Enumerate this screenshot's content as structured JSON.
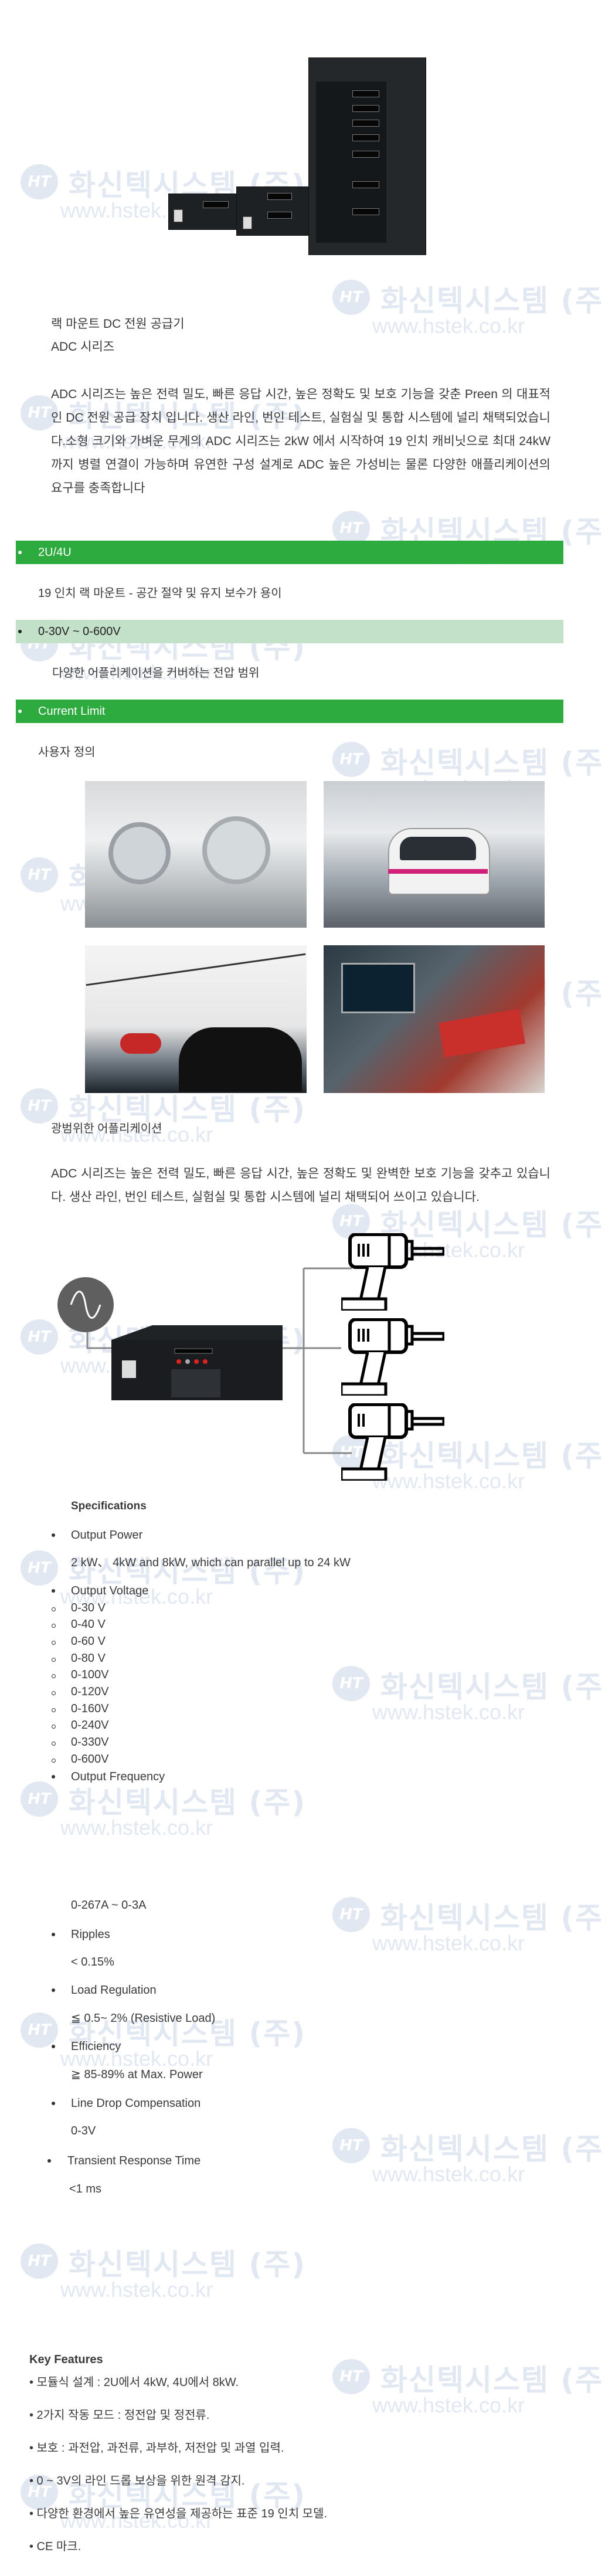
{
  "watermark": {
    "company": "화신텍시스템 (주)",
    "url": "www.hstek.co.kr",
    "logo": "HT"
  },
  "product": {
    "subtitle": "랙 마운트 DC 전원 공급기",
    "series": "ADC 시리즈",
    "description": "ADC 시리즈는 높은 전력 밀도, 빠른 응답 시간, 높은 정확도 및 보호 기능을 갖춘 Preen 의 대표적인 DC 전원 공급 장치 입니다. 생산 라인, 번인 테스트, 실험실 및 통합 시스템에 널리 채택되었습니다.소형 크기와 가벼운 무게의 ADC 시리즈는 2kW 에서 시작하여 19 인치 캐비닛으로 최대 24kW 까지 병렬 연결이 가능하며 유연한 구성 설계로 ADC 높은 가성비는 물론 다양한 애플리케이션의 요구를 충족합니다"
  },
  "highlights": [
    {
      "title": "2U/4U",
      "text": "19 인치 랙 마운트 - 공간 절약 및 유지 보수가 용이"
    },
    {
      "title": "0-30V ~ 0-600V",
      "text": "다양한 어플리케이션을 커버하는 전압 범위"
    },
    {
      "title": "Current Limit",
      "text": "사용자 정의"
    }
  ],
  "applications": {
    "photos": [
      "washing-machines",
      "subway-train",
      "helicopters",
      "lab-instruments"
    ],
    "title": "광범위한 어플리케이션",
    "text": "ADC 시리즈는 높은 전력 밀도, 빠른 응답 시간, 높은 정확도 및 완벽한 보호 기능을 갖추고 있습니다. 생산 라인, 번인 테스트, 실험실 및 통합 시스템에 널리 채택되어 쓰이고 있습니다."
  },
  "specs": {
    "title": "Specifications",
    "output_power": {
      "label": "Output Power",
      "value": "2 kW、 4kW and 8kW, which can parallel up to 24 kW"
    },
    "output_voltage": {
      "label": "Output Voltage",
      "options": [
        "0-30 V",
        "0-40 V",
        "0-60 V",
        "0-80 V",
        "0-100V",
        "0-120V",
        "0-160V",
        "0-240V",
        "0-330V",
        "0-600V"
      ]
    },
    "output_frequency": {
      "label": "Output Frequency",
      "value": "0-267A ~ 0-3A"
    },
    "ripples": {
      "label": "Ripples",
      "value": "< 0.15%"
    },
    "load_regulation": {
      "label": "Load Regulation",
      "value": "≦ 0.5~ 2% (Resistive Load)"
    },
    "efficiency": {
      "label": "Efficiency",
      "value": "≧ 85-89% at Max. Power"
    },
    "line_drop": {
      "label": "Line Drop Compensation",
      "value": "0-3V"
    },
    "transient": {
      "label": "Transient Response Time",
      "value": "<1 ms"
    }
  },
  "key_features": {
    "title": "Key Features",
    "items": [
      "• 모듈식 설계 : 2U에서 4kW, 4U에서 8kW.",
      "• 2가지 작동 모드 : 정전압 및 정전류.",
      "• 보호 : 과전압, 과전류, 과부하, 저전압 및 과열 입력.",
      "• 0 ~ 3V의 라인 드롭 보상을 위한 원격 감지.",
      "• 다양한 환경에서 높은 유연성을 제공하는 표준 19 인치 모델.",
      "• CE 마크."
    ]
  },
  "colors": {
    "accent": "#2eab3f",
    "accent_light": "#c3e0c8",
    "watermark": "#e2e8f2"
  }
}
